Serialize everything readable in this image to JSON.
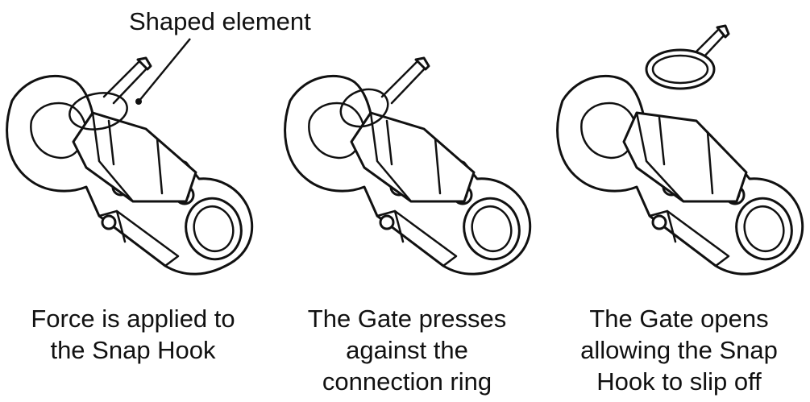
{
  "callout": {
    "label": "Shaped element"
  },
  "captions": [
    {
      "lines": [
        "Force is applied to",
        "the Snap Hook"
      ]
    },
    {
      "lines": [
        "The Gate presses",
        "against the",
        "connection ring"
      ]
    },
    {
      "lines": [
        "The Gate opens",
        "allowing the Snap",
        "Hook to slip off"
      ]
    }
  ],
  "colors": {
    "ink": "#111111",
    "background": "#ffffff"
  }
}
